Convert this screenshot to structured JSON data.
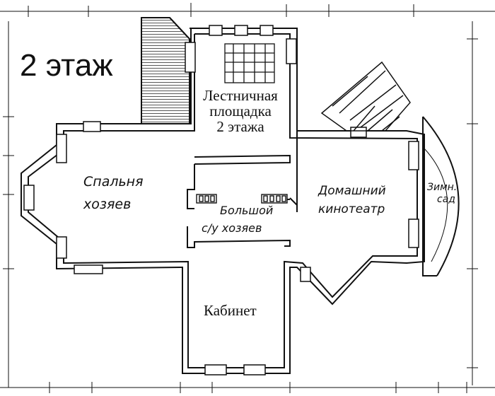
{
  "floor_title": "2 этаж",
  "rooms": {
    "stair_landing": [
      "Лестничная",
      "площадка",
      "2 этажа"
    ],
    "master_bedroom": [
      "Спальня",
      "хозяев"
    ],
    "master_bathroom": [
      "Большой",
      "с/у хозяев"
    ],
    "home_theater": [
      "Домашний",
      "кинотеатр"
    ],
    "winter_garden": [
      "Зимн.",
      "сад"
    ],
    "study": [
      "Кабинет"
    ]
  },
  "colors": {
    "ink": "#111111",
    "paper": "#ffffff"
  }
}
